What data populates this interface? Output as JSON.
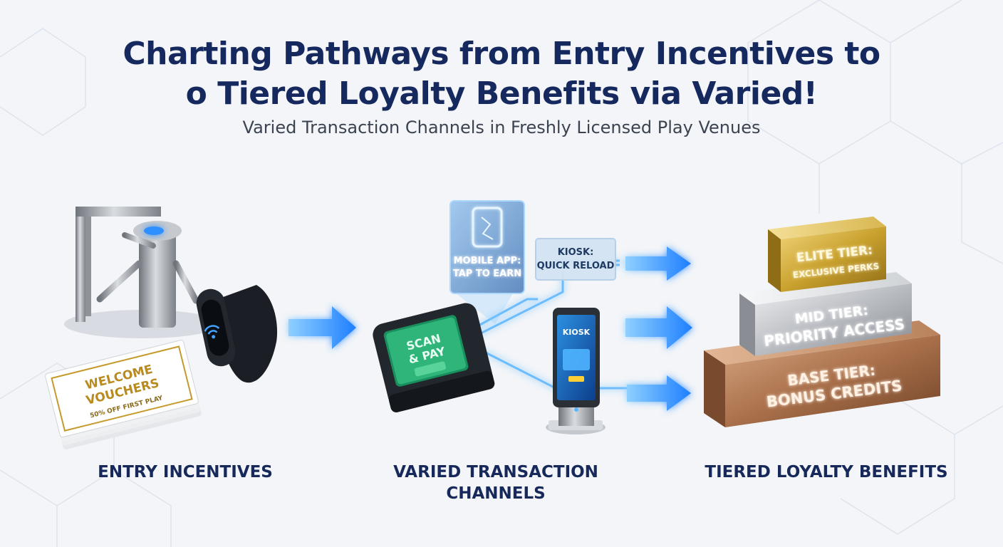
{
  "title": {
    "line1": "Charting Pathways from Entry Incentives to",
    "line2": "o Tiered Loyalty Benefits via Varied!"
  },
  "subtitle": "Varied Transaction Channels in Freshly Licensed Play Venues",
  "stages": {
    "entry": "ENTRY INCENTIVES",
    "channels_line1": "VARIED TRANSACTION",
    "channels_line2": "CHANNELS",
    "tiers": "TIERED LOYALTY BENEFITS"
  },
  "vouchers": {
    "line1": "WELCOME",
    "line2": "VOUCHERS",
    "line3": "50% OFF FIRST PLAY"
  },
  "pos": {
    "line1": "SCAN",
    "line2": "& PAY"
  },
  "mobile_app": {
    "line1": "MOBILE APP:",
    "line2": "TAP TO EARN"
  },
  "kiosk_panel": {
    "line1": "KIOSK:",
    "line2": "QUICK RELOAD"
  },
  "kiosk_screen": "KIOSK",
  "tiers": [
    {
      "name": "ELITE TIER:",
      "benefit": "EXCLUSIVE PERKS",
      "color": "#c9a12e"
    },
    {
      "name": "MID TIER:",
      "benefit": "PRIORITY ACCESS",
      "color": "#b9bcc1"
    },
    {
      "name": "BASE TIER:",
      "benefit": "BONUS CREDITS",
      "color": "#a86f4a"
    }
  ],
  "colors": {
    "title": "#16295e",
    "arrow": "#1e90ff",
    "glow": "#5cc0ff"
  }
}
